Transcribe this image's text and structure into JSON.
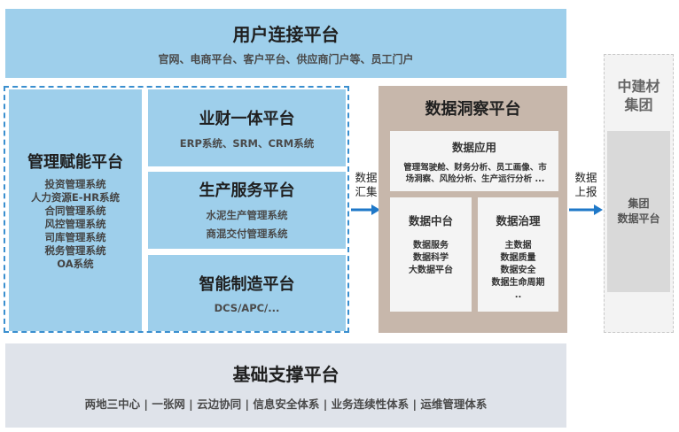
{
  "top": {
    "title": "用户连接平台",
    "subtitle": "官网、电商平台、客户平台、供应商门户等、员工门户"
  },
  "management": {
    "title": "管理赋能平台",
    "items": [
      "投资管理系统",
      "人力资源E-HR系统",
      "合同管理系统",
      "风控管理系统",
      "司库管理系统",
      "税务管理系统",
      "OA系统"
    ]
  },
  "yecai": {
    "title": "业财一体平台",
    "subtitle": "ERP系统、SRM、CRM系统"
  },
  "production": {
    "title": "生产服务平台",
    "lines": [
      "水泥生产管理系统",
      "商混交付管理系统"
    ]
  },
  "smart": {
    "title": "智能制造平台",
    "subtitle": "DCS/APC/..."
  },
  "arrows": {
    "left_label": [
      "数据",
      "汇集"
    ],
    "right_label": [
      "数据",
      "上报"
    ]
  },
  "insight": {
    "title": "数据洞察平台",
    "app": {
      "title": "数据应用",
      "lines": [
        "管理驾驶舱、财务分析、员工画像、市",
        "场洞察、风险分析、生产运行分析 ..."
      ]
    },
    "middle": {
      "title": "数据中台",
      "items": [
        "数据服务",
        "数据科学",
        "大数据平台"
      ]
    },
    "governance": {
      "title": "数据治理",
      "items": [
        "主数据",
        "数据质量",
        "数据安全",
        "数据生命周期",
        ".."
      ]
    }
  },
  "group": {
    "title": [
      "中建材",
      "集团"
    ],
    "inner": [
      "集团",
      "数据平台"
    ]
  },
  "bottom": {
    "title": "基础支撑平台",
    "subtitle": "两地三中心 | 一张网 | 云边协同 | 信息安全体系 | 业务连续性体系 | 运维管理体系"
  },
  "colors": {
    "platform_blue": "#9ecfeb",
    "insight_brown": "#c7b7ab",
    "foundation_gray": "#dfe3ea",
    "arrow_blue": "#1f78c8",
    "dashed_border": "#3a8fcf"
  }
}
